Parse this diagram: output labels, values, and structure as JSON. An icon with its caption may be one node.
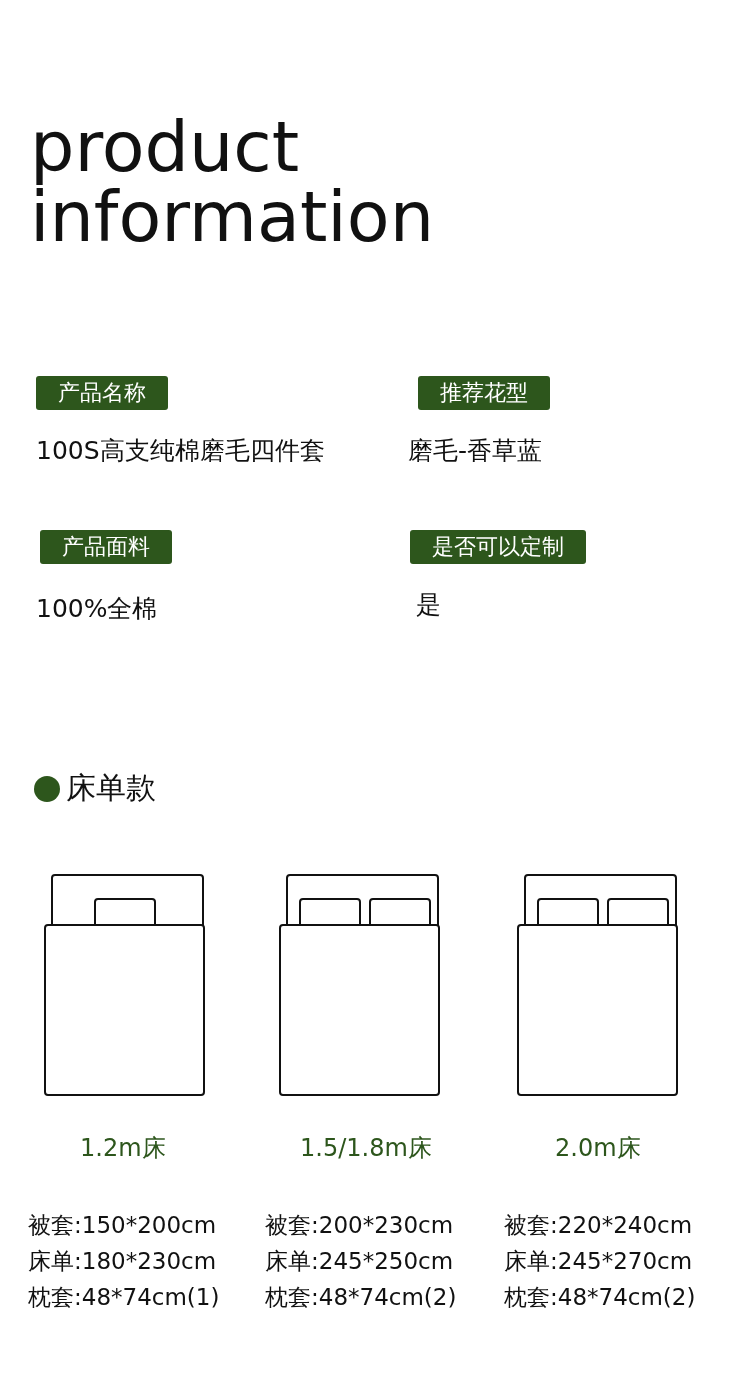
{
  "diagram": {
    "title": "product information",
    "nodes": [
      {
        "text": [
          "产品名称"
        ],
        "beside": [
          "100S高支纯棉磨毛四件套"
        ]
      },
      {
        "text": [
          "推荐花型"
        ],
        "beside": [
          "磨毛-香草蓝"
        ]
      },
      {
        "text": [
          "产品面料"
        ],
        "beside": [
          "100%全棉"
        ]
      },
      {
        "text": [
          "是否可以定制"
        ],
        "beside": [
          "是"
        ]
      }
    ],
    "labels": [
      "床单款",
      "1.2m床",
      "1.5/1.8m床",
      "2.0m床",
      "被套:150*200cm",
      "被套:200*230cm",
      "被套:220*240cm",
      "床单:180*230cm",
      "床单:245*250cm",
      "床单:245*270cm",
      "枕套:48*74cm(1)",
      "枕套:48*74cm(2)",
      "枕套:48*74cm(2)"
    ]
  }
}
